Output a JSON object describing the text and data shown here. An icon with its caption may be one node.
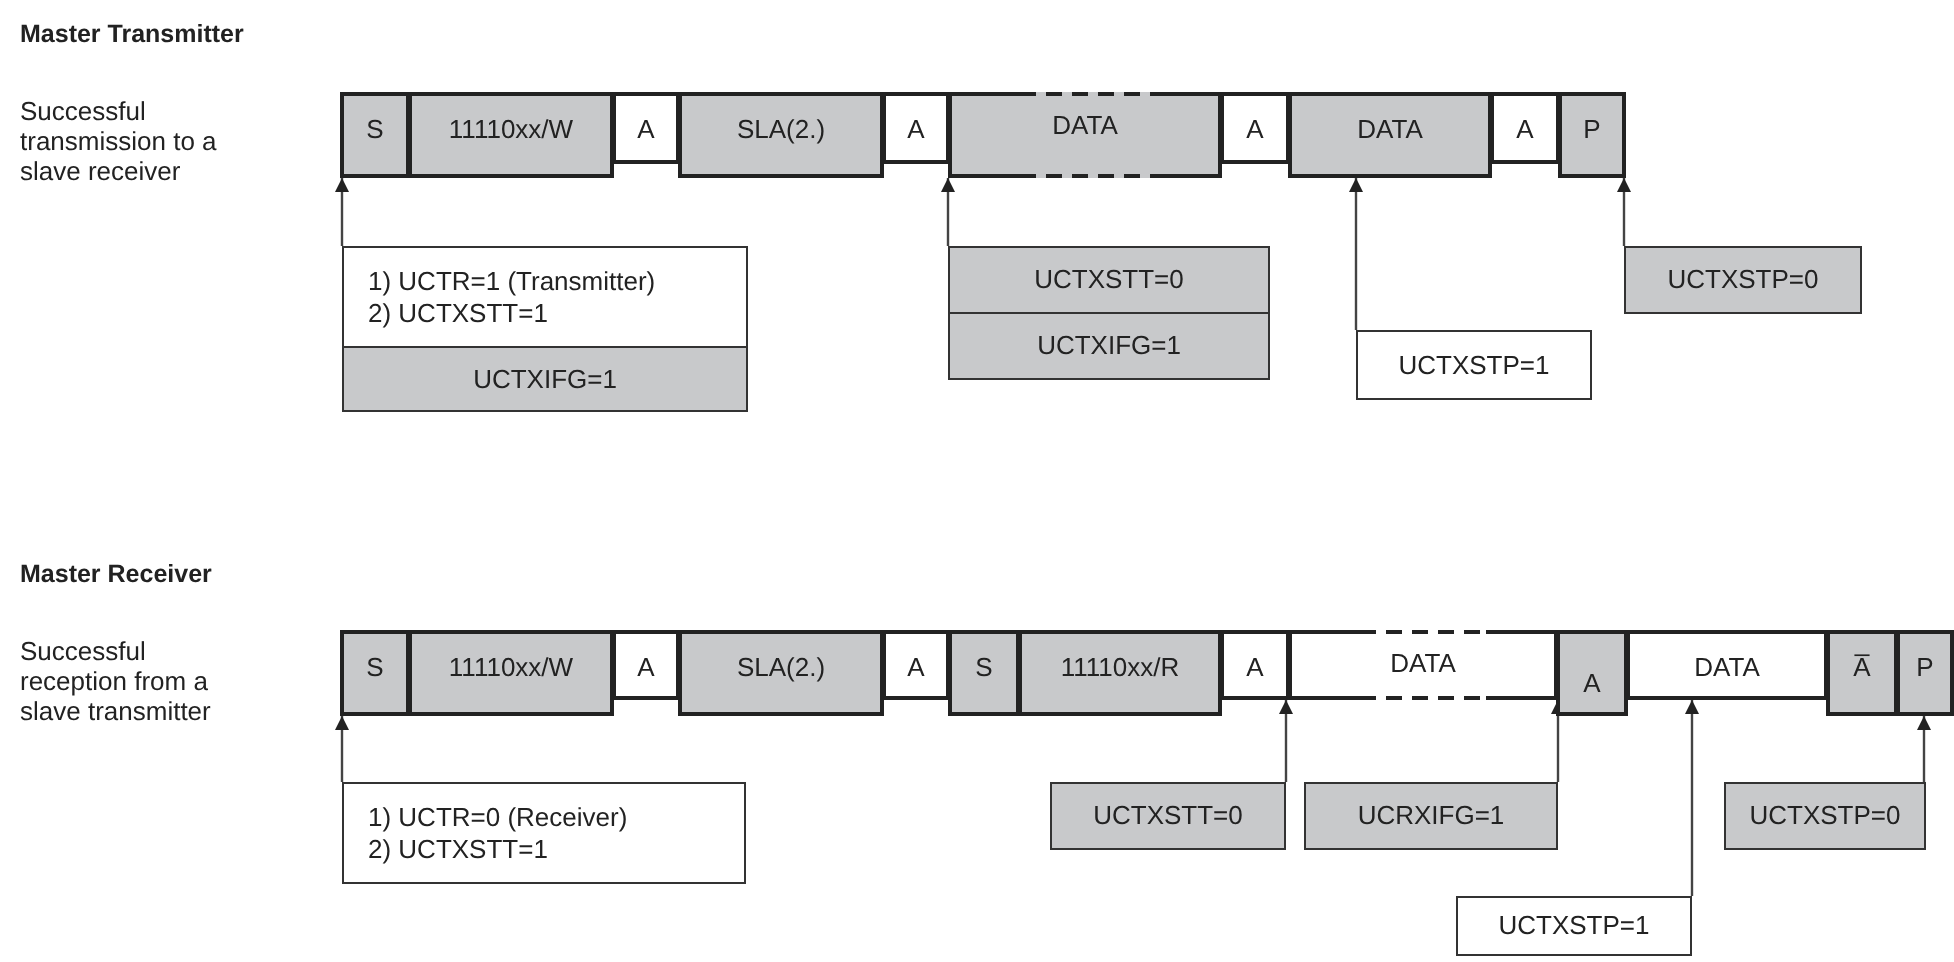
{
  "diagram": {
    "nodes": [
      {
        "text": [
          "S"
        ]
      },
      {
        "text": [
          "11110xx/W"
        ]
      },
      {
        "text": [
          "A"
        ]
      },
      {
        "text": [
          "SLA(2.)"
        ]
      },
      {
        "text": [
          "A"
        ]
      },
      {
        "text": [
          "DATA"
        ]
      },
      {
        "text": [
          "A"
        ]
      },
      {
        "text": [
          "DATA"
        ]
      },
      {
        "text": [
          "A"
        ]
      },
      {
        "text": [
          "P"
        ]
      },
      {
        "text": [
          "1) UCTR=1 (Transmitter)",
          "2) UCTXSTT=1"
        ]
      },
      {
        "text": [
          "UCTXIFG=1"
        ]
      },
      {
        "text": [
          "UCTXSTT=0"
        ]
      },
      {
        "text": [
          "UCTXIFG=1"
        ]
      },
      {
        "text": [
          "UCTXSTP=1"
        ]
      },
      {
        "text": [
          "UCTXSTP=0"
        ]
      },
      {
        "text": [
          "S"
        ]
      },
      {
        "text": [
          "11110xx/W"
        ]
      },
      {
        "text": [
          "A"
        ]
      },
      {
        "text": [
          "SLA(2.)"
        ]
      },
      {
        "text": [
          "A"
        ]
      },
      {
        "text": [
          "S"
        ]
      },
      {
        "text": [
          "11110xx/R"
        ]
      },
      {
        "text": [
          "A"
        ]
      },
      {
        "text": [
          "DATA"
        ]
      },
      {
        "text": [
          "A"
        ]
      },
      {
        "text": [
          "DATA"
        ]
      },
      {
        "text": [
          "A̅"
        ]
      },
      {
        "text": [
          "P"
        ]
      },
      {
        "text": [
          "1) UCTR=0 (Receiver)",
          "2) UCTXSTT=1"
        ]
      },
      {
        "text": [
          "UCTXSTT=0"
        ]
      },
      {
        "text": [
          "UCRXIFG=1"
        ]
      },
      {
        "text": [
          "UCTXSTP=0"
        ]
      },
      {
        "text": [
          "UCTXSTP=1"
        ]
      }
    ],
    "edges": [
      {
        "from": 10,
        "to": 0,
        "arrow": "to"
      },
      {
        "from": 12,
        "to": 5,
        "arrow": "to"
      },
      {
        "from": 14,
        "to": 7,
        "arrow": "to"
      },
      {
        "from": 15,
        "to": 9,
        "arrow": "to"
      },
      {
        "from": 29,
        "to": 16,
        "arrow": "to"
      },
      {
        "from": 30,
        "to": 24,
        "arrow": "to"
      },
      {
        "from": 31,
        "to": 24,
        "arrow": "to"
      },
      {
        "from": 33,
        "to": 26,
        "arrow": "to"
      },
      {
        "from": 32,
        "to": 28,
        "arrow": "to"
      }
    ],
    "labels": [
      "Master Transmitter",
      "Successful transmission to a slave receiver",
      "Master Receiver",
      "Successful reception from a slave transmitter"
    ]
  }
}
